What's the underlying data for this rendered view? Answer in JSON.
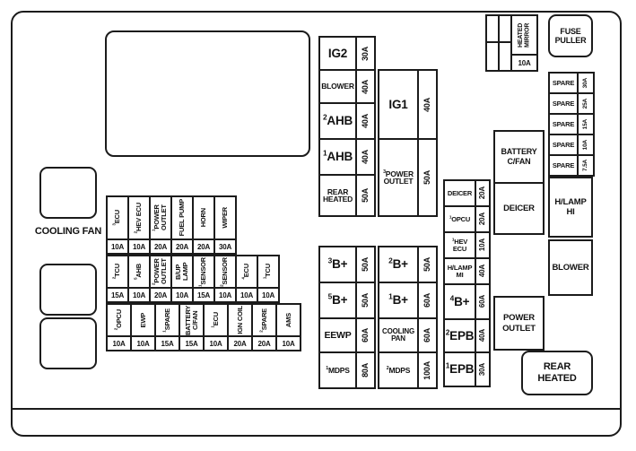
{
  "diagram": {
    "cooling_fan_label": "COOLING FAN",
    "left_grid": {
      "row1": [
        {
          "idx": "3",
          "label": "ECU",
          "amp": "10A"
        },
        {
          "idx": "2",
          "label": "HEV ECU",
          "amp": "10A"
        },
        {
          "idx": "1",
          "label": "POWER OUTLET",
          "amp": "20A"
        },
        {
          "idx": "",
          "label": "FUEL PUMP",
          "amp": "20A"
        },
        {
          "idx": "",
          "label": "HORN",
          "amp": "20A"
        },
        {
          "idx": "",
          "label": "WIPER",
          "amp": "30A"
        }
      ],
      "row2": [
        {
          "idx": "2",
          "label": "TCU",
          "amp": "15A"
        },
        {
          "idx": "5",
          "label": "AHB",
          "amp": "10A"
        },
        {
          "idx": "2",
          "label": "POWER OUTLET",
          "amp": "20A"
        },
        {
          "idx": "",
          "label": "B/UP LAMP",
          "amp": "10A"
        },
        {
          "idx": "1",
          "label": "SENSOR",
          "amp": "15A"
        },
        {
          "idx": "2",
          "label": "SENSOR",
          "amp": "10A"
        },
        {
          "idx": "4",
          "label": "ECU",
          "amp": "10A"
        },
        {
          "idx": "1",
          "label": "TCU",
          "amp": "10A"
        }
      ],
      "row3": [
        {
          "idx": "2",
          "label": "OPCU",
          "amp": "10A"
        },
        {
          "idx": "",
          "label": "EWP",
          "amp": "10A"
        },
        {
          "idx": "1",
          "label": "SPARE",
          "amp": "15A"
        },
        {
          "idx": "",
          "label": "BATTERY C/FAN",
          "amp": "15A"
        },
        {
          "idx": "1",
          "label": "ECU",
          "amp": "10A"
        },
        {
          "idx": "",
          "label": "IGN COIL",
          "amp": "20A"
        },
        {
          "idx": "2",
          "label": "SPARE",
          "amp": "20A"
        },
        {
          "idx": "",
          "label": "AMS",
          "amp": "10A"
        }
      ]
    },
    "col_a": [
      {
        "idx": "",
        "label": "IG2",
        "amp": "30A"
      },
      {
        "idx": "",
        "label": "BLOWER",
        "amp": "40A"
      },
      {
        "idx": "2",
        "label": "AHB",
        "amp": "40A"
      },
      {
        "idx": "1",
        "label": "AHB",
        "amp": "40A"
      },
      {
        "idx": "",
        "label": "REAR HEATED",
        "amp": "50A"
      },
      {
        "idx": "3",
        "label": "B+",
        "amp": "50A"
      },
      {
        "idx": "5",
        "label": "B+",
        "amp": "50A"
      },
      {
        "idx": "",
        "label": "EEWP",
        "amp": "60A"
      },
      {
        "idx": "1",
        "label": "MDPS",
        "amp": "80A"
      }
    ],
    "col_b": [
      {
        "idx": "",
        "label": "IG1",
        "amp": "40A"
      },
      {
        "idx": "3",
        "label": "POWER OUTLET",
        "amp": "50A"
      },
      {
        "idx": "2",
        "label": "B+",
        "amp": "50A"
      },
      {
        "idx": "1",
        "label": "B+",
        "amp": "60A"
      },
      {
        "idx": "",
        "label": "COOLING PAN",
        "amp": "60A"
      },
      {
        "idx": "2",
        "label": "MDPS",
        "amp": "100A"
      }
    ],
    "col_c": [
      {
        "idx": "",
        "label": "DEICER",
        "amp": "20A"
      },
      {
        "idx": "1",
        "label": "OPCU",
        "amp": "20A"
      },
      {
        "idx": "1",
        "label": "HEV ECU",
        "amp": "10A"
      },
      {
        "idx": "",
        "label": "H/LAMP MI",
        "amp": "40A"
      },
      {
        "idx": "4",
        "label": "B+",
        "amp": "60A"
      },
      {
        "idx": "2",
        "label": "EPB",
        "amp": "40A"
      },
      {
        "idx": "1",
        "label": "EPB",
        "amp": "30A"
      }
    ],
    "heated_mirror": {
      "label": "HEATED MIRROR",
      "amp": "10A"
    },
    "fuse_puller": "FUSE PULLER",
    "spares": [
      {
        "label": "SPARE",
        "amp": "30A"
      },
      {
        "label": "SPARE",
        "amp": "25A"
      },
      {
        "label": "SPARE",
        "amp": "15A"
      },
      {
        "label": "SPARE",
        "amp": "10A"
      },
      {
        "label": "SPARE",
        "amp": "7.5A"
      }
    ],
    "relays": {
      "battery_cfan": "BATTERY C/FAN",
      "deicer": "DEICER",
      "hlamp_hi": "H/LAMP HI",
      "blower": "BLOWER",
      "power_outlet": "POWER OUTLET",
      "rear_heated": "REAR HEATED"
    }
  }
}
